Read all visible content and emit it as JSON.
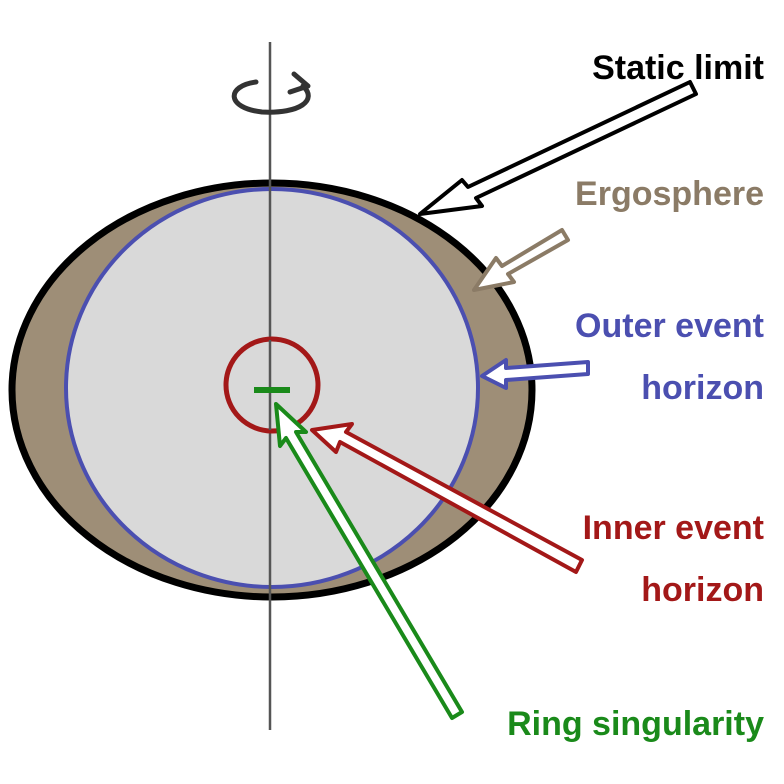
{
  "labels": {
    "static_limit": "Static limit",
    "ergosphere": "Ergosphere",
    "outer_event_horizon_line1": "Outer event",
    "outer_event_horizon_line2": "horizon",
    "inner_event_horizon_line1": "Inner event",
    "inner_event_horizon_line2": "horizon",
    "ring_singularity": "Ring singularity"
  },
  "colors": {
    "static_limit": "#000000",
    "ergosphere": "#8b7b66",
    "ergosphere_fill": "#9e8e77",
    "outer_event_horizon": "#4b4fb0",
    "inner_event_horizon": "#a31818",
    "ring_singularity": "#1a8a1a",
    "interior_fill": "#d9d9d9",
    "rotation_axis": "#555555"
  },
  "icons": {
    "rotation": "rotation-arrow-icon"
  }
}
